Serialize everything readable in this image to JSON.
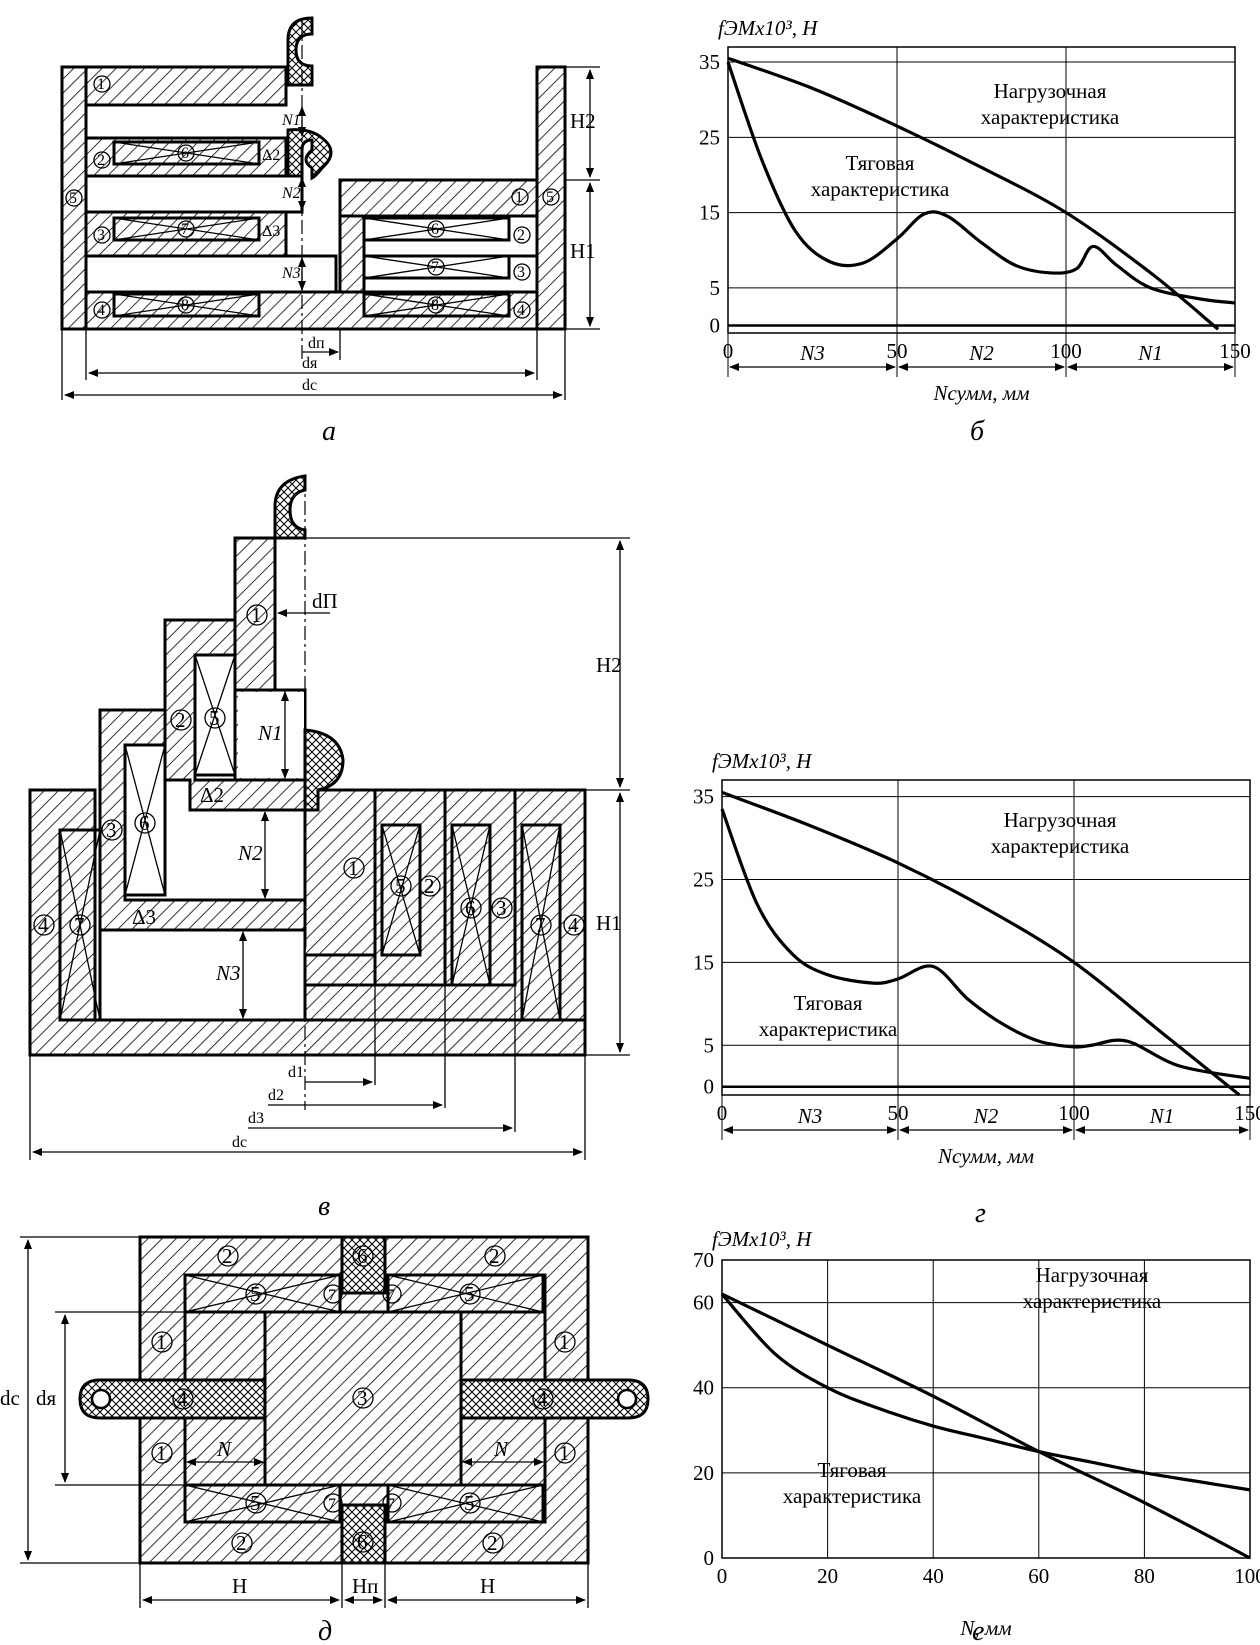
{
  "captions": {
    "a": "а",
    "b": "б",
    "v": "в",
    "g": "г",
    "d": "д",
    "e": "е"
  },
  "diagram_a": {
    "dims": {
      "H1": "H1",
      "H2": "H2",
      "N1": "N1",
      "N2": "N2",
      "N3": "N3",
      "dp": "dп",
      "dya": "dя",
      "dc": "dс",
      "delta2": "Δ2",
      "delta3": "Δ3"
    },
    "markers": [
      "1",
      "2",
      "3",
      "4",
      "5",
      "6",
      "7",
      "8"
    ]
  },
  "diagram_v": {
    "dims": {
      "H1": "H1",
      "H2": "H2",
      "N1": "N1",
      "N2": "N2",
      "N3": "N3",
      "dP": "dП",
      "d1": "d1",
      "d2": "d2",
      "d3": "d3",
      "dc": "dс",
      "delta2": "Δ2",
      "delta3": "Δ3"
    },
    "markers": [
      "1",
      "2",
      "3",
      "4",
      "5",
      "6",
      "7"
    ]
  },
  "diagram_d": {
    "dims": {
      "dc": "dс",
      "dya": "dя",
      "N": "N",
      "H": "H",
      "Hp": "Hп"
    },
    "markers": [
      "1",
      "2",
      "3",
      "4",
      "5",
      "6",
      "7"
    ]
  },
  "chart_data": [
    {
      "id": "b",
      "type": "line",
      "ylabel": "fЭМx10³, Н",
      "xlabel": "Nсумм, мм",
      "xlim": [
        0,
        150
      ],
      "ylim": [
        -1,
        37
      ],
      "xticks": [
        0,
        50,
        100,
        150
      ],
      "yticks": [
        0,
        5,
        15,
        25,
        35
      ],
      "segments": [
        "N3",
        "N2",
        "N1"
      ],
      "series": [
        {
          "name": "Нагрузочная характеристика",
          "x": [
            0,
            25,
            50,
            75,
            100,
            125,
            145
          ],
          "y": [
            35.5,
            31.5,
            26.5,
            21,
            15,
            7,
            -0.5
          ]
        },
        {
          "name": "Тяговая характеристика",
          "x": [
            0,
            10,
            20,
            30,
            40,
            50,
            58,
            65,
            75,
            85,
            95,
            103,
            108,
            115,
            125,
            140,
            150
          ],
          "y": [
            35,
            22,
            12.5,
            8.5,
            8.3,
            11.5,
            14.8,
            14.5,
            11,
            8,
            7,
            7.5,
            10.5,
            8,
            5,
            3.5,
            3
          ]
        }
      ],
      "annotations": [
        "Нагрузочная\nхарактеристика",
        "Тяговая\nхарактеристика"
      ]
    },
    {
      "id": "g",
      "type": "line",
      "ylabel": "fЭМx10³, Н",
      "xlabel": "Nсумм, мм",
      "xlim": [
        0,
        150
      ],
      "ylim": [
        -1,
        37
      ],
      "xticks": [
        0,
        50,
        100,
        150
      ],
      "yticks": [
        0,
        5,
        15,
        25,
        35
      ],
      "segments": [
        "N3",
        "N2",
        "N1"
      ],
      "series": [
        {
          "name": "Нагрузочная характеристика",
          "x": [
            0,
            25,
            50,
            75,
            100,
            125,
            147
          ],
          "y": [
            35.5,
            31.5,
            27,
            21.5,
            15,
            6.5,
            -1
          ]
        },
        {
          "name": "Тяговая характеристика",
          "x": [
            0,
            10,
            20,
            30,
            43,
            50,
            60,
            70,
            80,
            90,
            100,
            105,
            115,
            130,
            150
          ],
          "y": [
            33.5,
            22,
            16,
            13.5,
            12.5,
            13,
            14.5,
            10.5,
            7.5,
            5.5,
            4.8,
            5,
            5.5,
            2.5,
            1
          ]
        }
      ],
      "annotations": [
        "Нагрузочная\nхарактеристика",
        "Тяговая\nхарактеристика"
      ]
    },
    {
      "id": "e",
      "type": "line",
      "ylabel": "fЭМx10³, Н",
      "xlabel": "N, мм",
      "xlim": [
        0,
        100
      ],
      "ylim": [
        0,
        70
      ],
      "xticks": [
        0,
        20,
        40,
        60,
        80,
        100
      ],
      "yticks": [
        0,
        20,
        40,
        60,
        70
      ],
      "series": [
        {
          "name": "Нагрузочная характеристика",
          "x": [
            0,
            20,
            40,
            60,
            80,
            100
          ],
          "y": [
            62,
            50,
            38,
            25,
            13,
            0
          ]
        },
        {
          "name": "Тяговая характеристика",
          "x": [
            0,
            10,
            20,
            30,
            40,
            50,
            60,
            70,
            80,
            90,
            100
          ],
          "y": [
            62,
            48,
            40,
            35,
            31,
            28,
            25,
            22.5,
            20,
            18,
            16
          ]
        }
      ],
      "annotations": [
        "Нагрузочная\nхарактеристика",
        "Тяговая\nхарактеристика"
      ]
    }
  ]
}
